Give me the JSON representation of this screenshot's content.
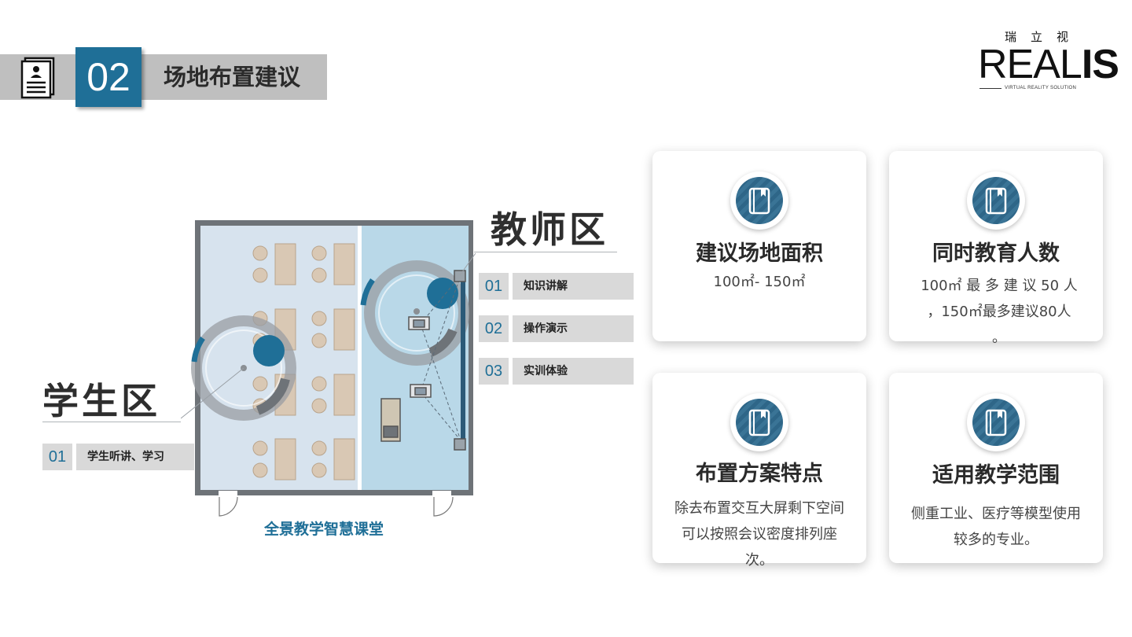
{
  "header": {
    "section_number": "02",
    "section_title": "场地布置建议"
  },
  "logo": {
    "cn": "瑞立视",
    "main_light": "REAL",
    "main_bold": "IS",
    "sub": "VIRTUAL REALITY SOLUTION"
  },
  "teacher_zone": {
    "title": "教师区",
    "items": [
      {
        "num": "01",
        "label": "知识讲解"
      },
      {
        "num": "02",
        "label": "操作演示"
      },
      {
        "num": "03",
        "label": "实训体验"
      }
    ]
  },
  "student_zone": {
    "title": "学生区",
    "items": [
      {
        "num": "01",
        "label": "学生听讲、学习"
      }
    ]
  },
  "floorplan": {
    "caption": "全景教学智慧课堂",
    "colors": {
      "student_area": "#d7e3ee",
      "teacher_area": "#b9d8e8",
      "wall": "#6e7378",
      "accent": "#1f6f97"
    }
  },
  "cards": [
    {
      "title": "建议场地面积",
      "text": "100㎡- 150㎡"
    },
    {
      "title": "同时教育人数",
      "text": "100㎡ 最 多 建 议 50 人 ，150㎡最多建议80人 。"
    },
    {
      "title": "布置方案特点",
      "text": "除去布置交互大屏剩下空间可以按照会议密度排列座次。"
    },
    {
      "title": "适用教学范围",
      "text": "侧重工业、医疗等模型使用较多的专业。"
    }
  ]
}
